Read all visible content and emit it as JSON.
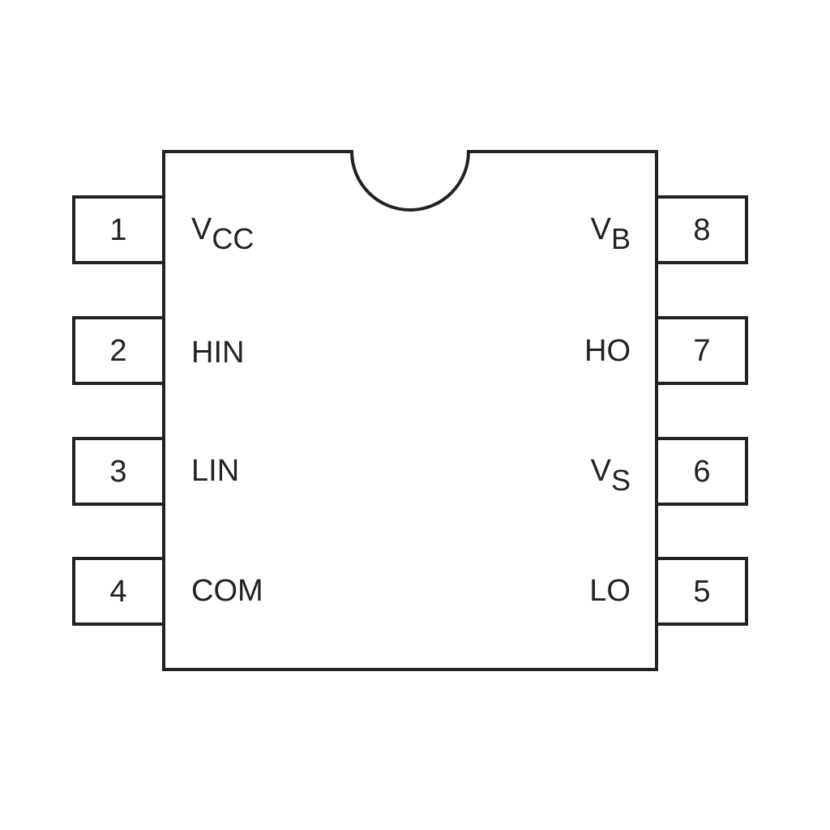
{
  "pins": {
    "left": [
      {
        "number": "1",
        "name": "V",
        "sub": "CC"
      },
      {
        "number": "2",
        "name": "HIN",
        "sub": ""
      },
      {
        "number": "3",
        "name": "LIN",
        "sub": ""
      },
      {
        "number": "4",
        "name": "COM",
        "sub": ""
      }
    ],
    "right": [
      {
        "number": "8",
        "name": "V",
        "sub": "B"
      },
      {
        "number": "7",
        "name": "HO",
        "sub": ""
      },
      {
        "number": "6",
        "name": "V",
        "sub": "S"
      },
      {
        "number": "5",
        "name": "LO",
        "sub": ""
      }
    ]
  }
}
